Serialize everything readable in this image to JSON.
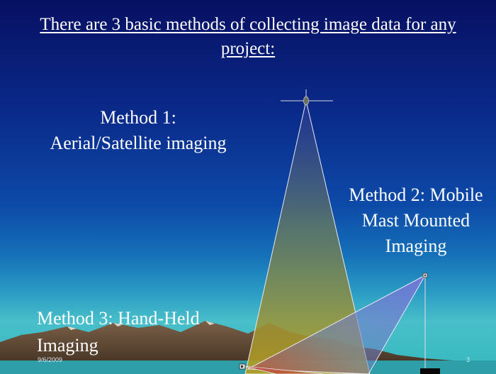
{
  "slide": {
    "title": "There are 3 basic methods of collecting image data for any project:",
    "method1": {
      "line1": "Method 1:",
      "line2": "Aerial/Satellite imaging"
    },
    "method2": {
      "line1": "Method 2:  Mobile",
      "line2": "Mast Mounted",
      "line3": "Imaging"
    },
    "method3": {
      "line1": "Method 3:  Hand-Held",
      "line2": "Imaging"
    },
    "footer": {
      "date": "9/6/2009",
      "page_number": "3"
    }
  },
  "colors": {
    "sky_top": "#071062",
    "sky_horizon": "#48bfca",
    "text": "#ffffff",
    "mountains": "#5a4030",
    "aerial_cone": "#7a8a40",
    "mast_cone": "#6a6ac8"
  },
  "icons": {
    "satellite": "satellite-icon",
    "mast_camera": "camera-icon",
    "handheld_camera": "camera-icon"
  }
}
